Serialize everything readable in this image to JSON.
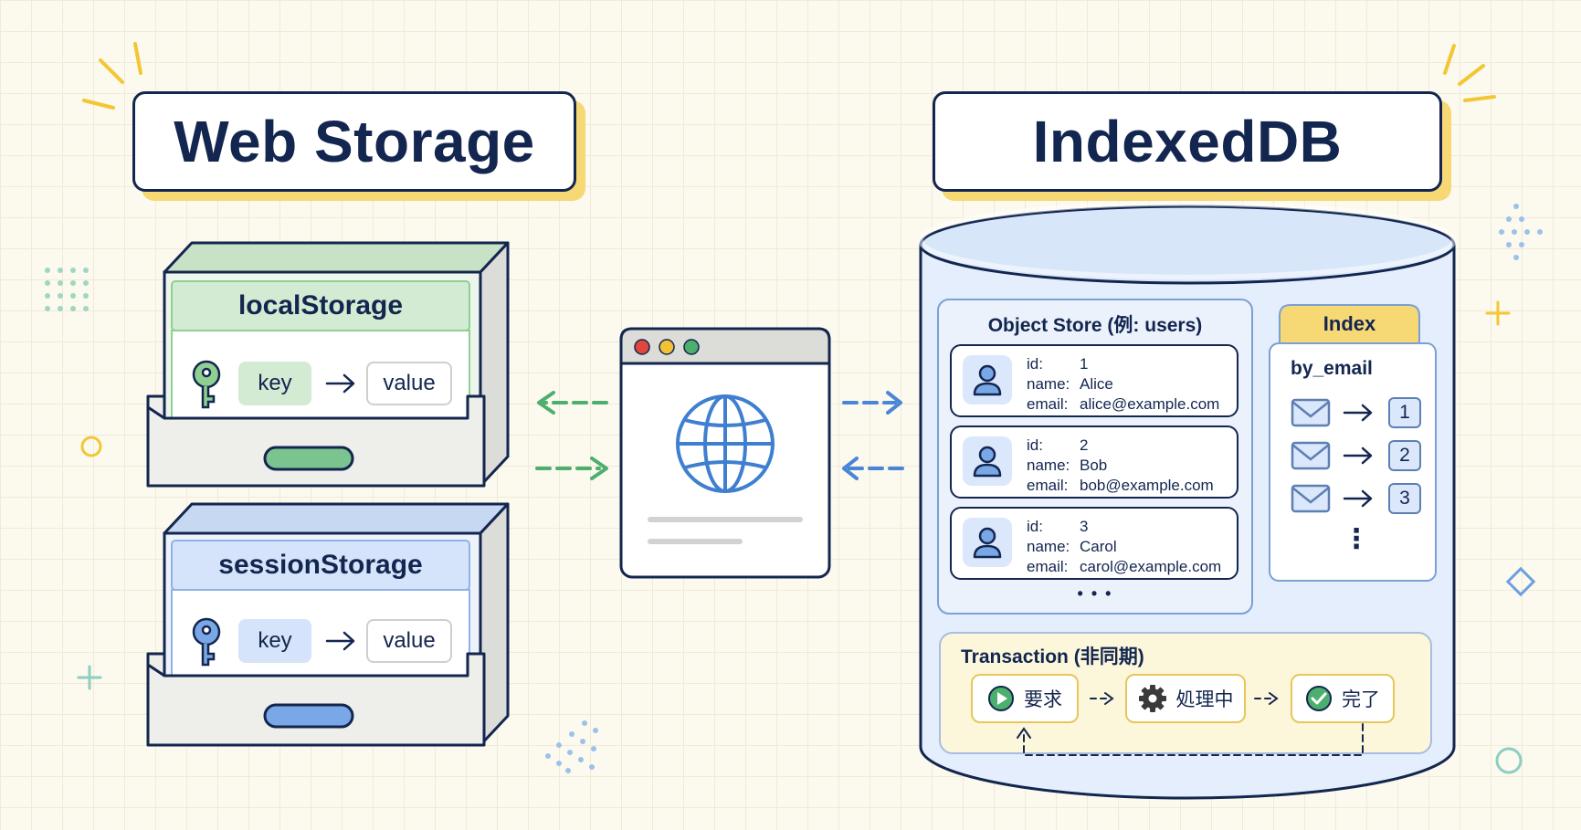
{
  "web_storage": {
    "title": "Web Storage",
    "local_storage": {
      "label": "localStorage",
      "key": "key",
      "value": "value",
      "color": "#d3ebd2"
    },
    "session_storage": {
      "label": "sessionStorage",
      "key": "key",
      "value": "value",
      "color": "#d5e4fa"
    }
  },
  "indexeddb": {
    "title": "IndexedDB",
    "object_store": {
      "label": "Object Store (例: users)",
      "records": [
        {
          "id_key": "id:",
          "id": "1",
          "name_key": "name:",
          "name": "Alice",
          "email_key": "email:",
          "email": "alice@example.com"
        },
        {
          "id_key": "id:",
          "id": "2",
          "name_key": "name:",
          "name": "Bob",
          "email_key": "email:",
          "email": "bob@example.com"
        },
        {
          "id_key": "id:",
          "id": "3",
          "name_key": "name:",
          "name": "Carol",
          "email_key": "email:",
          "email": "carol@example.com"
        }
      ],
      "more": "• • •"
    },
    "index": {
      "label": "Index",
      "name": "by_email",
      "entries": [
        "1",
        "2",
        "3"
      ],
      "more": "⋮"
    },
    "transaction": {
      "label": "Transaction (非同期)",
      "steps": [
        "要求",
        "処理中",
        "完了"
      ]
    }
  },
  "icons": {
    "key": "key-icon",
    "browser": "browser-window-icon",
    "globe": "globe-icon",
    "user": "user-icon",
    "mail": "envelope-icon",
    "play": "play-icon",
    "gear": "gear-icon",
    "check": "check-icon"
  },
  "colors": {
    "ink": "#13264f",
    "green": "#4caf6e",
    "blue": "#4a86d8",
    "yellow": "#f6d874",
    "db_fill": "#e4eefc"
  }
}
